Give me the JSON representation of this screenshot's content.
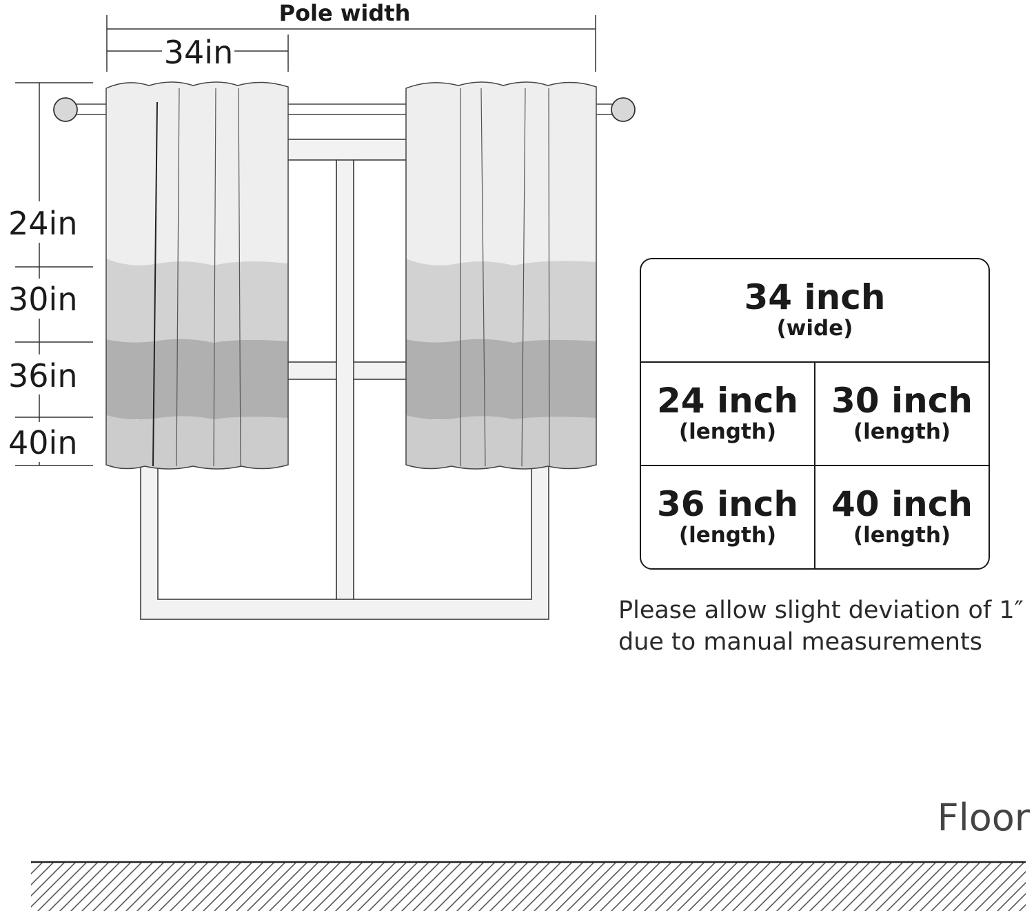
{
  "labels": {
    "pole_width": "Pole width",
    "panel_width": "34in",
    "lengths": [
      "24in",
      "30in",
      "36in",
      "40in"
    ],
    "floor": "Floor"
  },
  "size_table": {
    "width": {
      "value": "34 inch",
      "unit": "(wide)"
    },
    "lengths": [
      {
        "value": "24 inch",
        "unit": "(length)"
      },
      {
        "value": "30 inch",
        "unit": "(length)"
      },
      {
        "value": "36 inch",
        "unit": "(length)"
      },
      {
        "value": "40 inch",
        "unit": "(length)"
      }
    ]
  },
  "note": {
    "line1": "Please allow slight deviation of 1″",
    "line2": "due to manual measurements"
  },
  "colors": {
    "band_24": "#eeeeee",
    "band_30": "#d2d2d2",
    "band_36": "#b0b0b0",
    "band_40": "#cccccc",
    "outline": "#333333",
    "window_frame": "#f2f2f2"
  }
}
